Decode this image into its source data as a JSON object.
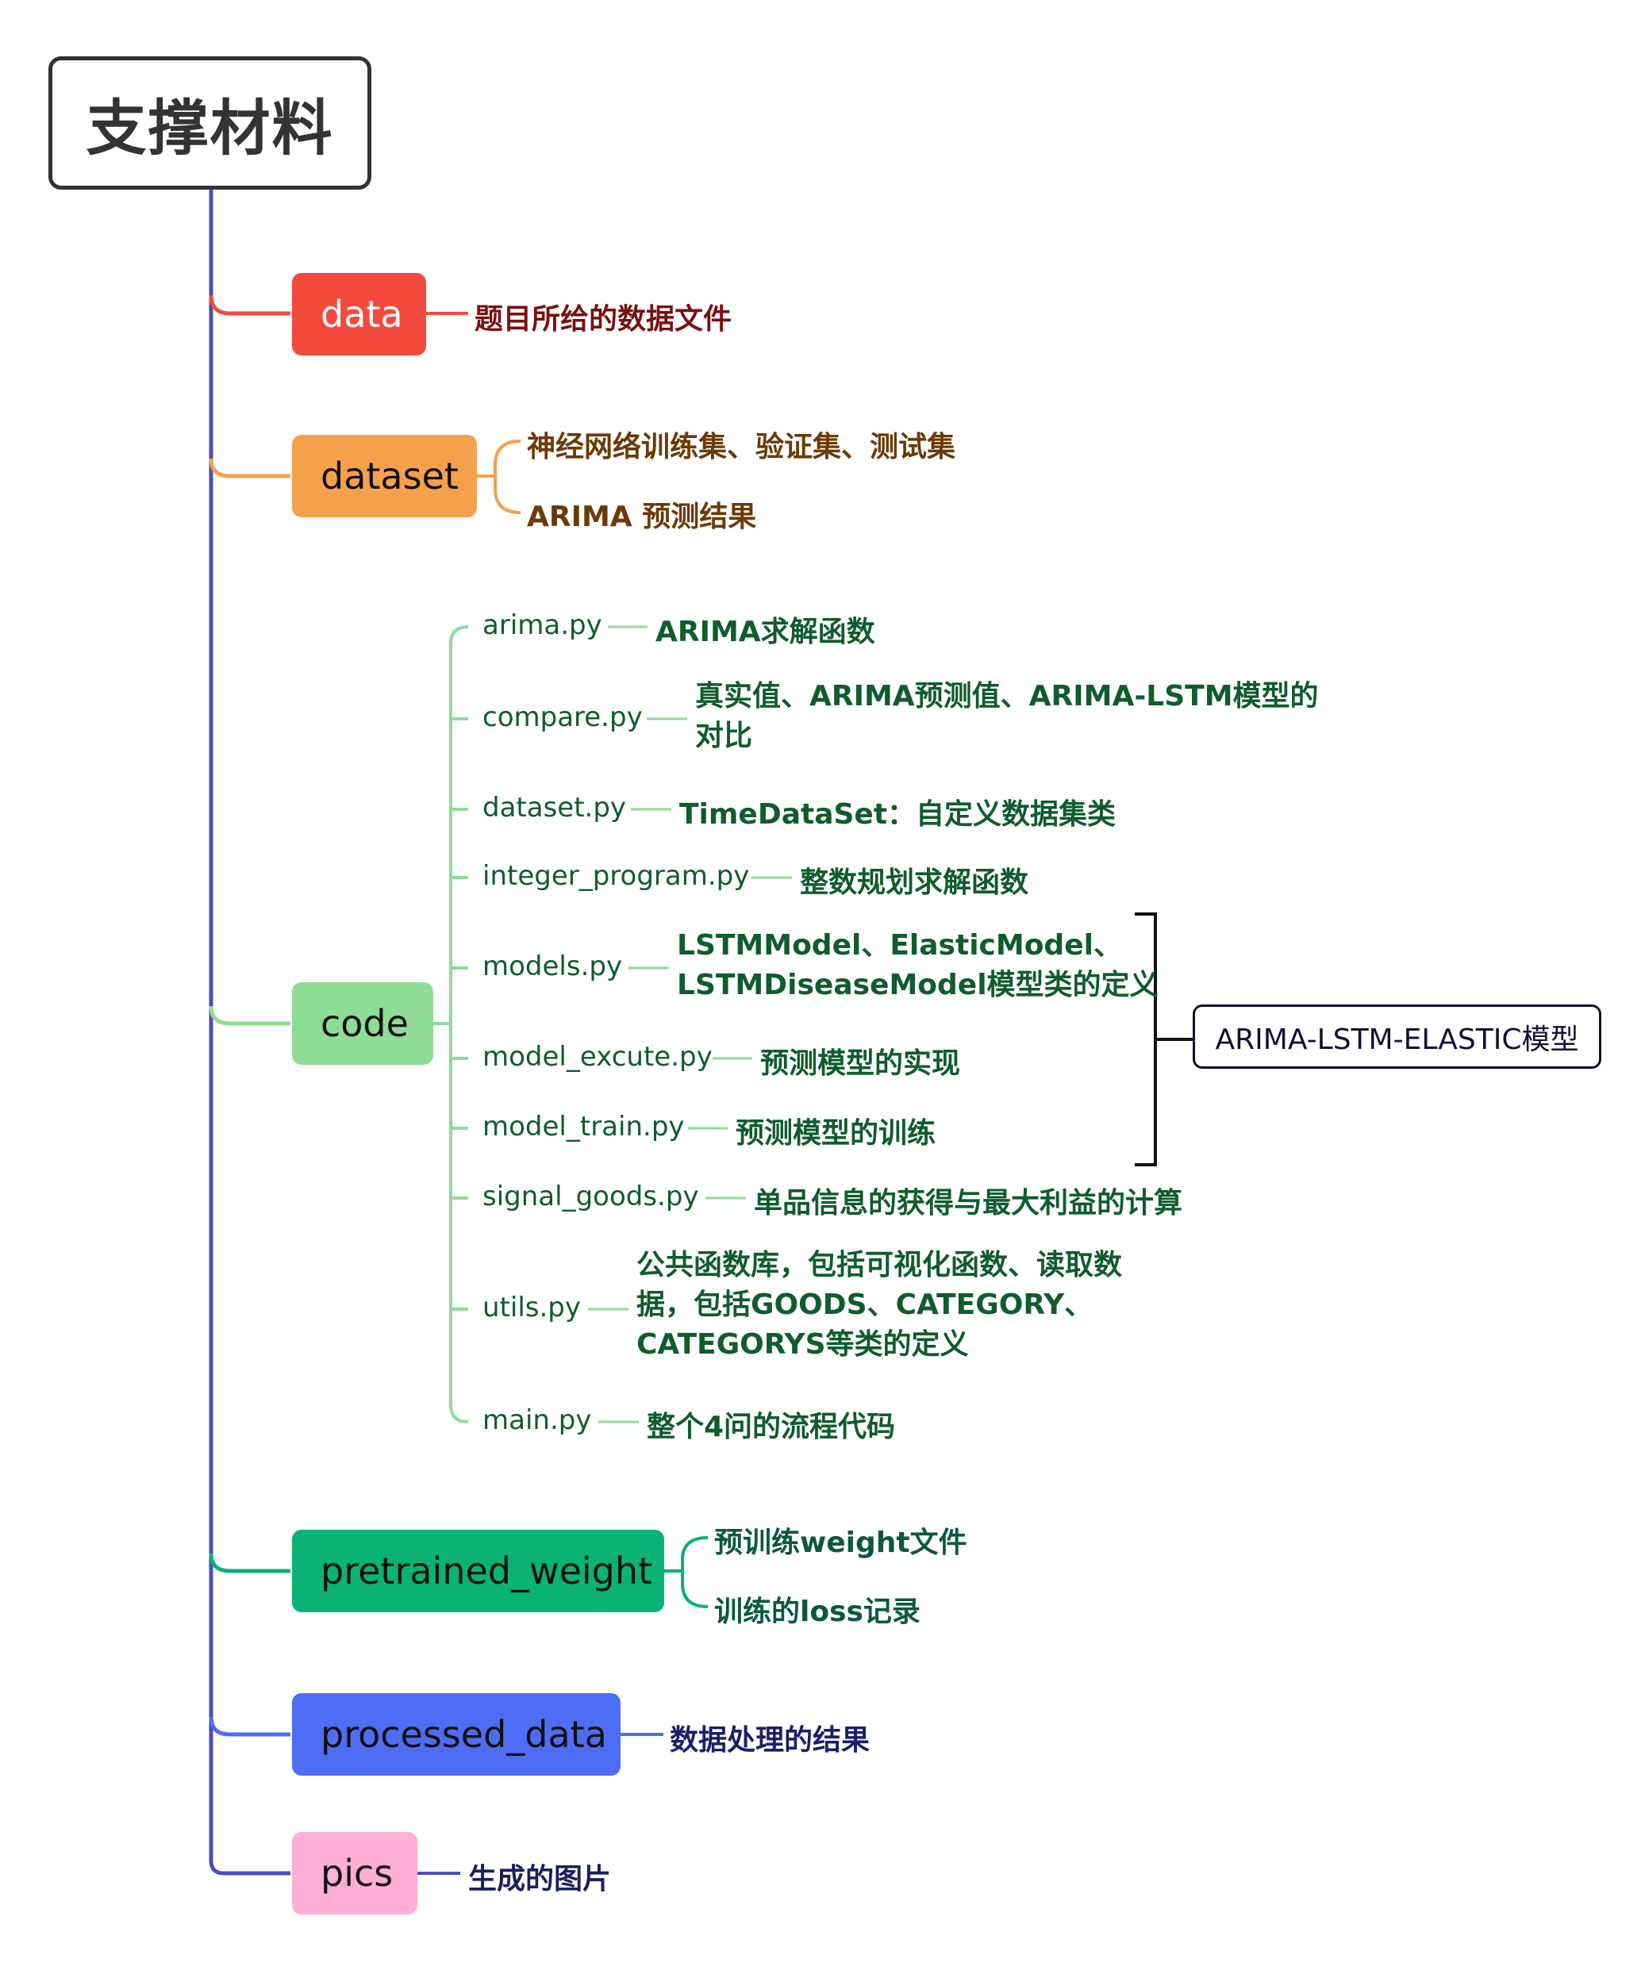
{
  "colors": {
    "root_border": "#333333",
    "trunk": "#4a4fb8",
    "data": "#f24a3d",
    "dataset": "#f5a04c",
    "code": "#8fdc96",
    "pretrained_weight": "#0ab375",
    "processed_data": "#4f6cf5",
    "pics": "#ffaed6",
    "code_text": "#0f5c2c"
  },
  "root": {
    "title": "支撑材料"
  },
  "branches": {
    "data": {
      "label": "data",
      "desc": "题目所给的数据文件"
    },
    "dataset": {
      "label": "dataset",
      "items": [
        "神经网络训练集、验证集、测试集",
        "ARIMA 预测结果"
      ]
    },
    "code": {
      "label": "code",
      "files": [
        {
          "name": "arima.py",
          "desc": [
            "ARIMA求解函数"
          ]
        },
        {
          "name": "compare.py",
          "desc": [
            "真实值、ARIMA预测值、ARIMA-LSTM模型的",
            "对比"
          ]
        },
        {
          "name": "dataset.py",
          "desc": [
            "TimeDataSet：自定义数据集类"
          ]
        },
        {
          "name": "integer_program.py",
          "desc": [
            "整数规划求解函数"
          ]
        },
        {
          "name": "models.py",
          "desc": [
            "LSTMModel、ElasticModel、",
            "LSTMDiseaseModel模型类的定义"
          ]
        },
        {
          "name": "model_excute.py",
          "desc": [
            "预测模型的实现"
          ]
        },
        {
          "name": "model_train.py",
          "desc": [
            "预测模型的训练"
          ]
        },
        {
          "name": "signal_goods.py",
          "desc": [
            "单品信息的获得与最大利益的计算"
          ]
        },
        {
          "name": "utils.py",
          "desc": [
            "公共函数库，包括可视化函数、读取数",
            "据，包括GOODS、CATEGORY、",
            "CATEGORYS等类的定义"
          ]
        },
        {
          "name": "main.py",
          "desc": [
            "整个4问的流程代码"
          ]
        }
      ],
      "group_label": "ARIMA-LSTM-ELASTIC模型"
    },
    "pretrained_weight": {
      "label": "pretrained_weight",
      "items": [
        "预训练weight文件",
        "训练的loss记录"
      ]
    },
    "processed_data": {
      "label": "processed_data",
      "desc": "数据处理的结果"
    },
    "pics": {
      "label": "pics",
      "desc": "生成的图片"
    }
  }
}
